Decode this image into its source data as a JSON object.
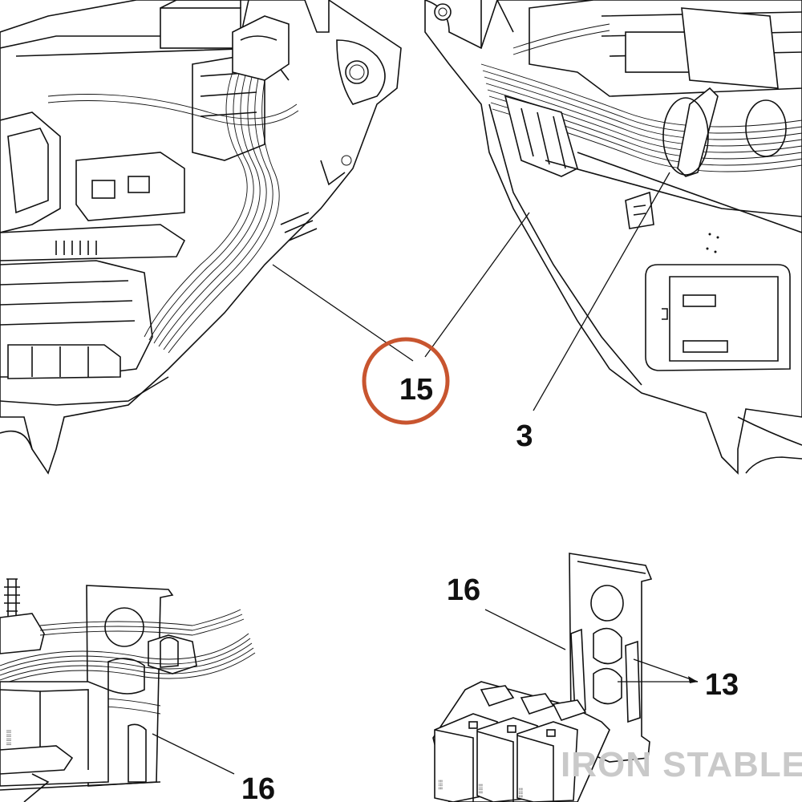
{
  "callouts": {
    "c15": "15",
    "c3": "3",
    "c16_left": "16",
    "c16_right": "16",
    "c13": "13"
  },
  "highlight": {
    "target": "15",
    "color": "#C8552F"
  },
  "watermark": "IRON STABLE"
}
